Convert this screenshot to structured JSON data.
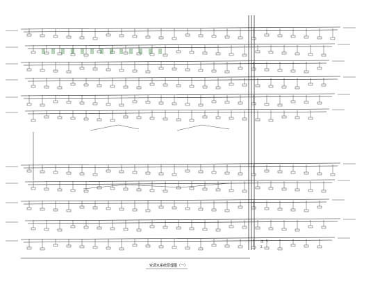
{
  "drawing": {
    "caption": "空调水系统原理图（一）",
    "notes": [
      "注：1.",
      "2."
    ],
    "line_color": "#1a1a1a",
    "accent_color": "#2e7d32",
    "background": "#ffffff"
  }
}
